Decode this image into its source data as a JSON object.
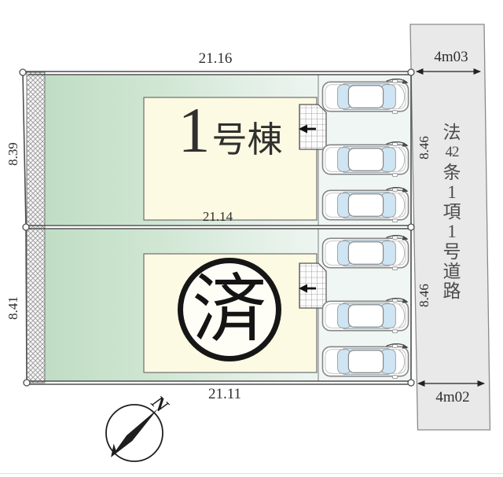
{
  "site_plan": {
    "lot1": {
      "building_number": "1",
      "building_suffix": "号棟",
      "dim_top": "21.16",
      "dim_bottom": "21.14",
      "dim_left": "8.39",
      "dim_right": "8.46"
    },
    "lot2": {
      "sold_stamp": "済",
      "dim_bottom": "21.11",
      "dim_left": "8.41",
      "dim_right": "8.46"
    },
    "road": {
      "name": "法42条1項1号道路",
      "name_chars": [
        "法",
        "42",
        "条",
        "1",
        "項",
        "1",
        "号",
        "道",
        "路"
      ],
      "width_top": "4m03",
      "width_bottom": "4m02"
    },
    "compass": {
      "north_label": "N"
    },
    "colors": {
      "lot_green": "#c0ddc4",
      "lot_green_light": "#f1f8f4",
      "house_fill": "#fcfae2",
      "road_fill": "#e9e9e9",
      "line": "#4f4f4f",
      "car_glass": "#cfe5f3"
    }
  }
}
